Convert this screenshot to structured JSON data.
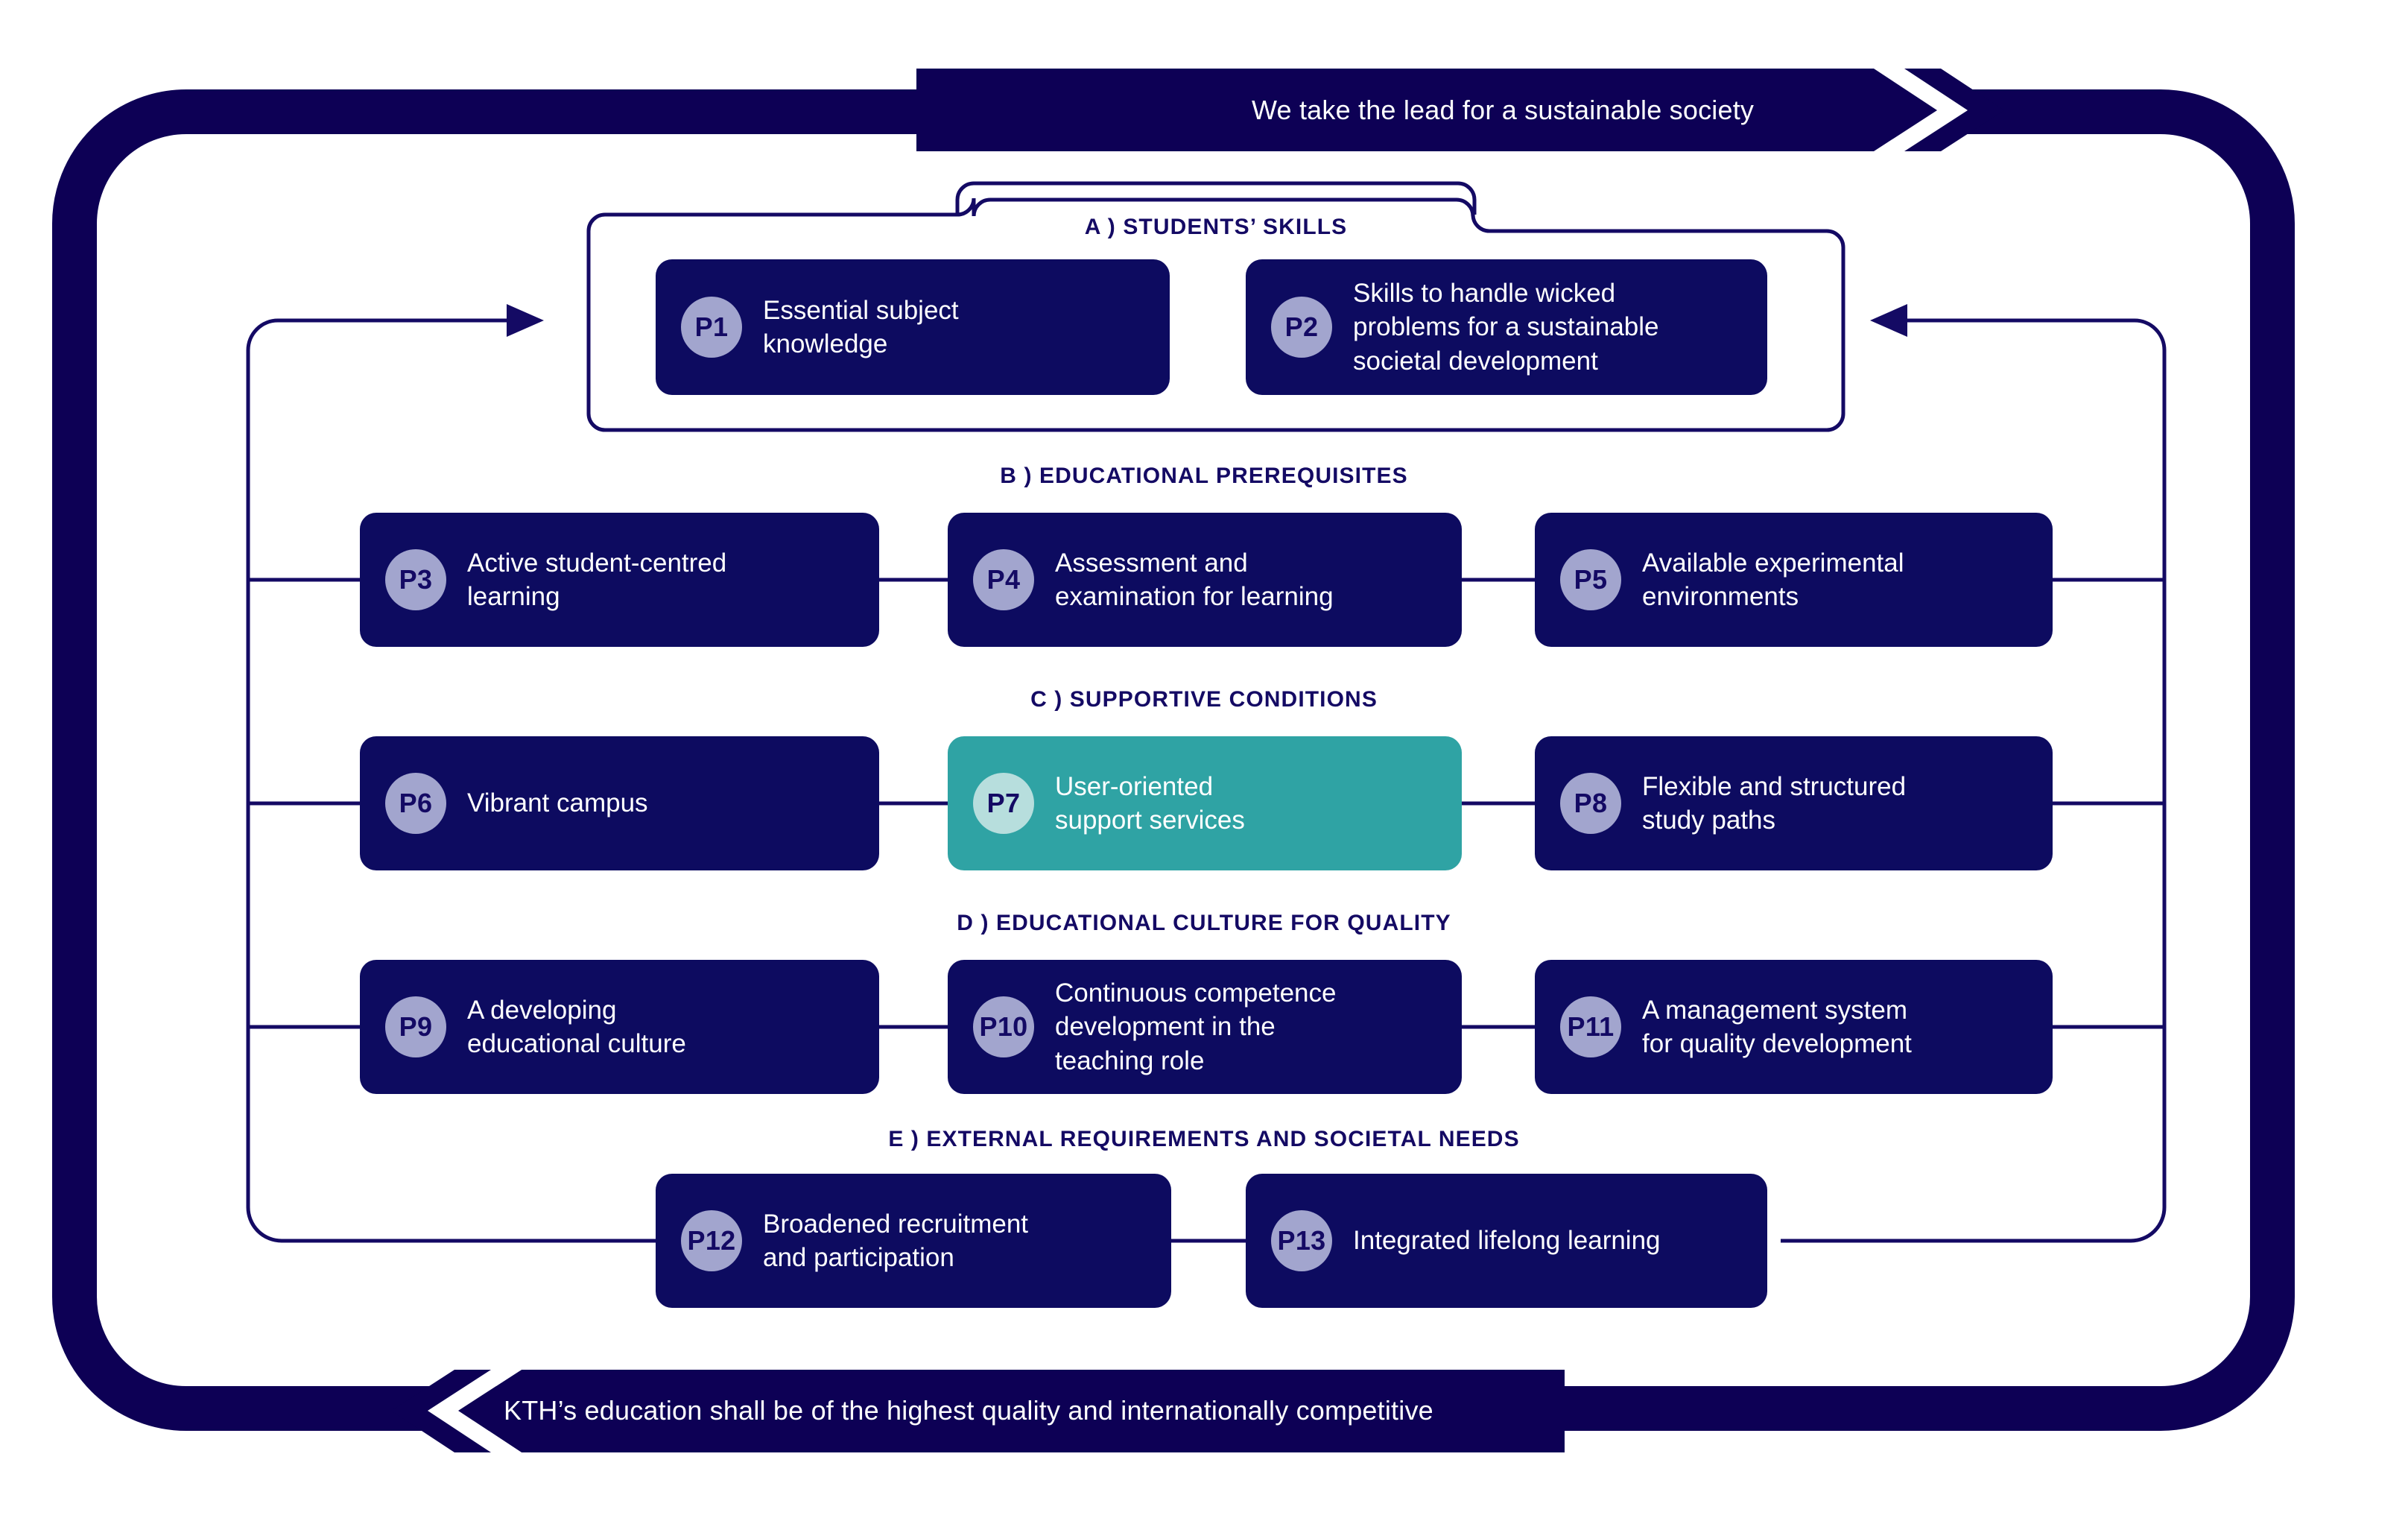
{
  "colors": {
    "navy": "#0d0b60",
    "frame_navy": "#140a64",
    "teal": "#2fa3a4",
    "lavender": "#a2a5ce",
    "light_teal": "#b7dedd",
    "white": "#ffffff"
  },
  "banners": {
    "top": "We take the lead for a sustainable society",
    "bottom": "KTH’s education shall be of the highest quality and internationally competitive"
  },
  "sections": [
    {
      "id": "A",
      "title": "A ) STUDENTS’ SKILLS"
    },
    {
      "id": "B",
      "title": "B ) EDUCATIONAL PREREQUISITES"
    },
    {
      "id": "C",
      "title": "C ) SUPPORTIVE CONDITIONS"
    },
    {
      "id": "D",
      "title": "D ) EDUCATIONAL CULTURE FOR QUALITY"
    },
    {
      "id": "E",
      "title": "E ) EXTERNAL REQUIREMENTS AND SOCIETAL NEEDS"
    }
  ],
  "nodes": [
    {
      "code": "P1",
      "label": "Essential subject\nknowledge",
      "variant": "navy"
    },
    {
      "code": "P2",
      "label": "Skills to handle wicked\nproblems for a sustainable\nsocietal development",
      "variant": "navy"
    },
    {
      "code": "P3",
      "label": "Active student-centred\nlearning",
      "variant": "navy"
    },
    {
      "code": "P4",
      "label": "Assessment and\nexamination for learning",
      "variant": "navy"
    },
    {
      "code": "P5",
      "label": "Available experimental\nenvironments",
      "variant": "navy"
    },
    {
      "code": "P6",
      "label": "Vibrant campus",
      "variant": "navy"
    },
    {
      "code": "P7",
      "label": "User-oriented\nsupport services",
      "variant": "teal"
    },
    {
      "code": "P8",
      "label": "Flexible and structured\nstudy paths",
      "variant": "navy"
    },
    {
      "code": "P9",
      "label": "A developing\neducational culture",
      "variant": "navy"
    },
    {
      "code": "P10",
      "label": "Continuous competence\ndevelopment in the\nteaching role",
      "variant": "navy"
    },
    {
      "code": "P11",
      "label": "A management system\nfor quality development",
      "variant": "navy"
    },
    {
      "code": "P12",
      "label": "Broadened recruitment\nand participation",
      "variant": "navy"
    },
    {
      "code": "P13",
      "label": "Integrated lifelong learning",
      "variant": "navy"
    }
  ]
}
